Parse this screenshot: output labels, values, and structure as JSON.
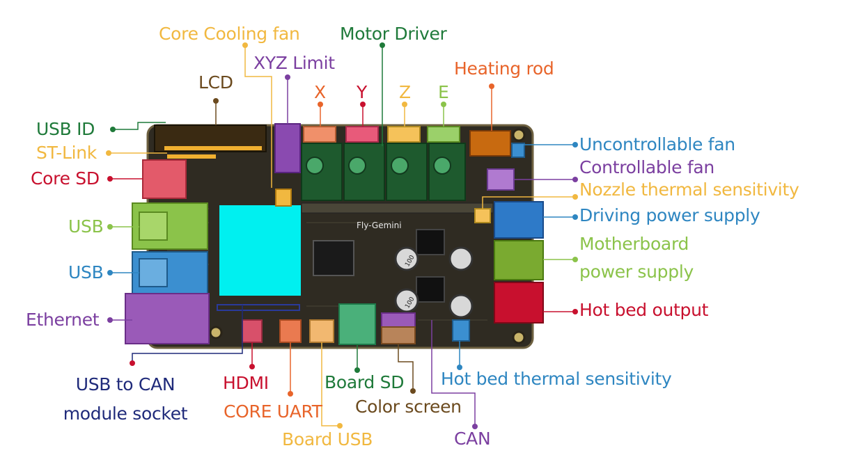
{
  "colors": {
    "pcb": "#2f2b22",
    "pcb_edge": "#8a7a52",
    "orange": "#f0a23c",
    "yellow": "#f1b840",
    "green": "#8bc34a",
    "dark_green": "#1f7a3a",
    "purple": "#7b3fa0",
    "blue": "#2e86c1",
    "red": "#c8102e",
    "brown": "#6b4a1e",
    "navy": "#1f2a7a",
    "coral": "#e8642a",
    "cyan": "#00f0f0"
  },
  "board": {
    "silk_name": "Fly-Gemini",
    "chip_labels": [
      "100",
      "100"
    ]
  },
  "labels": {
    "core_cooling_fan": "Core Cooling fan",
    "motor_driver": "Motor Driver",
    "xyz_limit": "XYZ Limit",
    "lcd": "LCD",
    "x": "X",
    "y": "Y",
    "z": "Z",
    "e": "E",
    "heating_rod": "Heating rod",
    "usb_id": "USB ID",
    "st_link": "ST-Link",
    "core_sd": "Core SD",
    "usb_1": "USB",
    "usb_2": "USB",
    "ethernet": "Ethernet",
    "uncontrollable_fan": "Uncontrollable fan",
    "controllable_fan": "Controllable fan",
    "nozzle_thermal": "Nozzle thermal sensitivity",
    "driving_power": "Driving power supply",
    "motherboard_power_1": "Motherboard",
    "motherboard_power_2": "power supply",
    "hot_bed_output": "Hot bed output",
    "usb_to_can_1": "USB to CAN",
    "usb_to_can_2": "module socket",
    "hdmi": "HDMI",
    "core_uart": "CORE UART",
    "board_usb": "Board USB",
    "board_sd": "Board SD",
    "color_screen": "Color screen",
    "can": "CAN",
    "hot_bed_thermal": "Hot bed thermal sensitivity"
  }
}
